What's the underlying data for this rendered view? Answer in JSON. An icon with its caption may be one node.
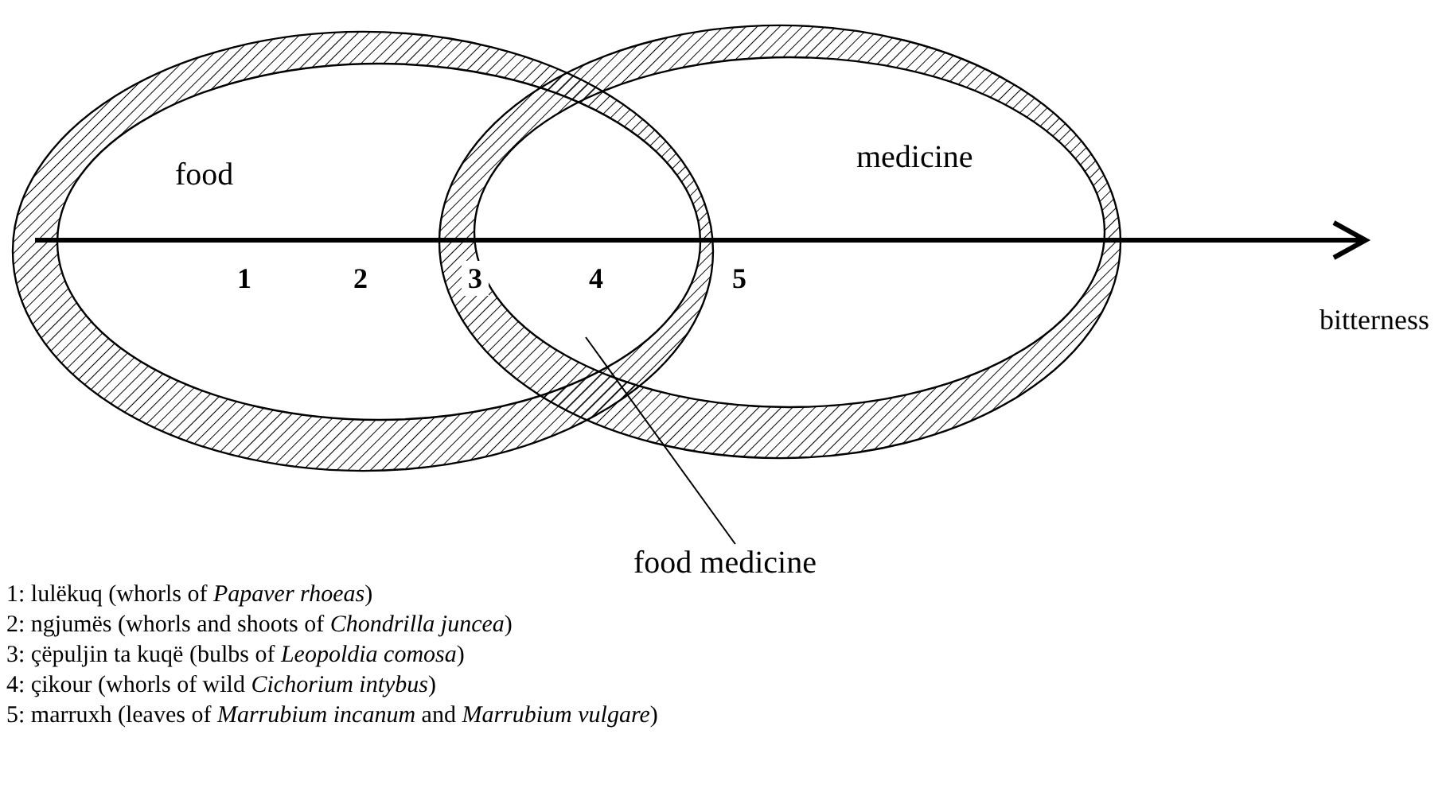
{
  "diagram": {
    "nodes": [
      {
        "text": [
          "food"
        ]
      },
      {
        "text": [
          "medicine"
        ]
      },
      {
        "text": [
          "food medicine"
        ]
      }
    ],
    "edges": [
      {
        "from": 2,
        "to": 1,
        "arrow": "none"
      }
    ],
    "labels": [
      "1",
      "2",
      "3",
      "4",
      "5",
      "bitterness",
      "1: lulëkuq (whorls of *Papaver rhoeas*)",
      "2: ngjumës (whorls and shoots of *Chondrilla juncea*)",
      "3: çëpuljin ta kuqë (bulbs of *Leopoldia comosa*)",
      "4: çikour (whorls of wild *Cichorium intybus*)",
      "5: marruxh (leaves of *Marrubium incanum* and *Marrubium vulgare*)"
    ]
  }
}
